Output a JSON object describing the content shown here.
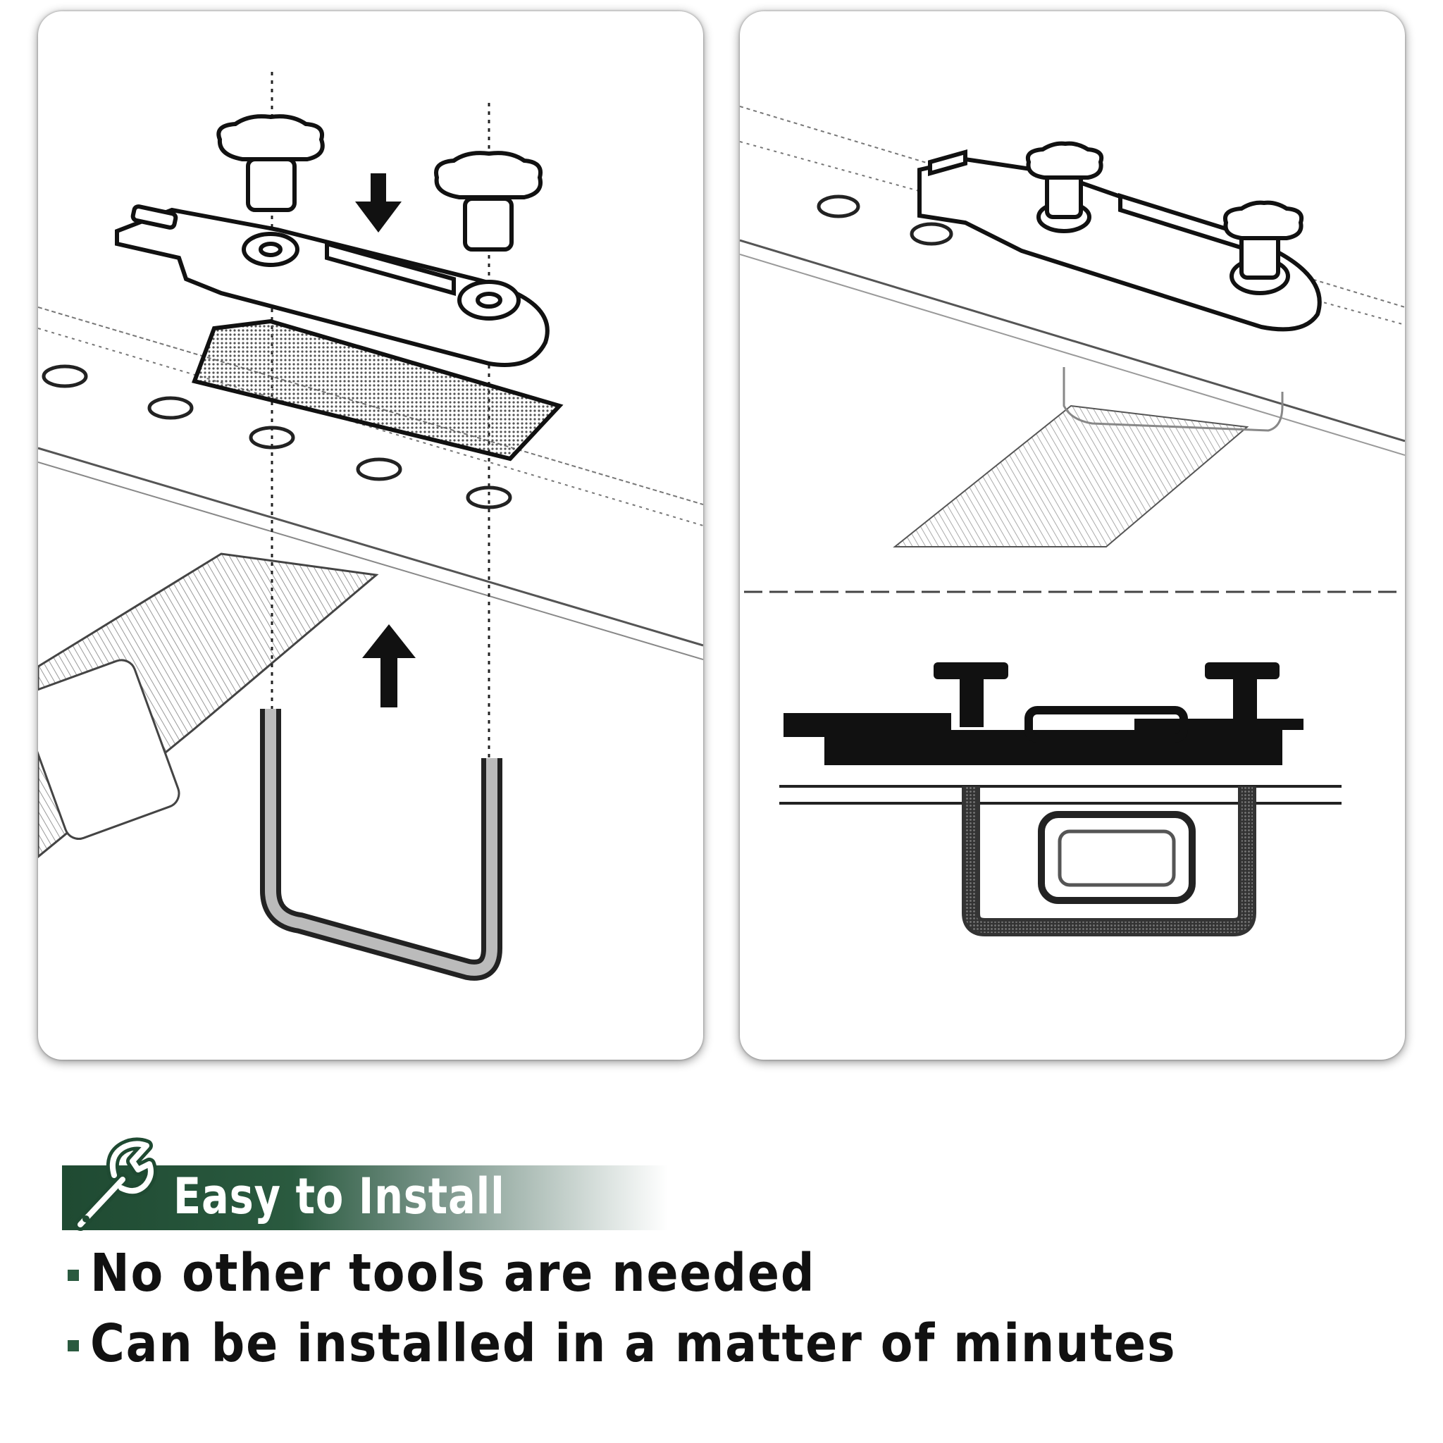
{
  "banner": {
    "title": "Easy to Install",
    "icon": "wrench-icon",
    "color": "#2a5a3f"
  },
  "features": [
    "No other tools are needed",
    "Can be installed in a matter of minutes"
  ],
  "panels": {
    "left": "exploded-install-diagram",
    "right": "installed-mount-diagram"
  }
}
